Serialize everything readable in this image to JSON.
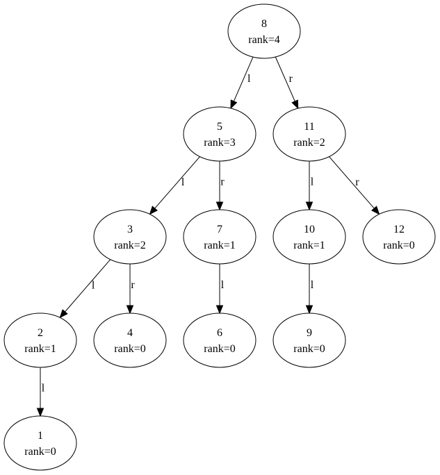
{
  "tree": {
    "nodes": [
      {
        "id": "8",
        "key": "8",
        "rank": "rank=4"
      },
      {
        "id": "5",
        "key": "5",
        "rank": "rank=3"
      },
      {
        "id": "11",
        "key": "11",
        "rank": "rank=2"
      },
      {
        "id": "3",
        "key": "3",
        "rank": "rank=2"
      },
      {
        "id": "7",
        "key": "7",
        "rank": "rank=1"
      },
      {
        "id": "10",
        "key": "10",
        "rank": "rank=1"
      },
      {
        "id": "12",
        "key": "12",
        "rank": "rank=0"
      },
      {
        "id": "2",
        "key": "2",
        "rank": "rank=1"
      },
      {
        "id": "4",
        "key": "4",
        "rank": "rank=0"
      },
      {
        "id": "6",
        "key": "6",
        "rank": "rank=0"
      },
      {
        "id": "9",
        "key": "9",
        "rank": "rank=0"
      },
      {
        "id": "1",
        "key": "1",
        "rank": "rank=0"
      }
    ],
    "edges": [
      {
        "from": "8",
        "to": "5",
        "label": "l"
      },
      {
        "from": "8",
        "to": "11",
        "label": "r"
      },
      {
        "from": "5",
        "to": "3",
        "label": "l"
      },
      {
        "from": "5",
        "to": "7",
        "label": "r"
      },
      {
        "from": "11",
        "to": "10",
        "label": "l"
      },
      {
        "from": "11",
        "to": "12",
        "label": "r"
      },
      {
        "from": "3",
        "to": "2",
        "label": "l"
      },
      {
        "from": "3",
        "to": "4",
        "label": "r"
      },
      {
        "from": "7",
        "to": "6",
        "label": "l"
      },
      {
        "from": "10",
        "to": "9",
        "label": "l"
      },
      {
        "from": "2",
        "to": "1",
        "label": "l"
      }
    ]
  }
}
